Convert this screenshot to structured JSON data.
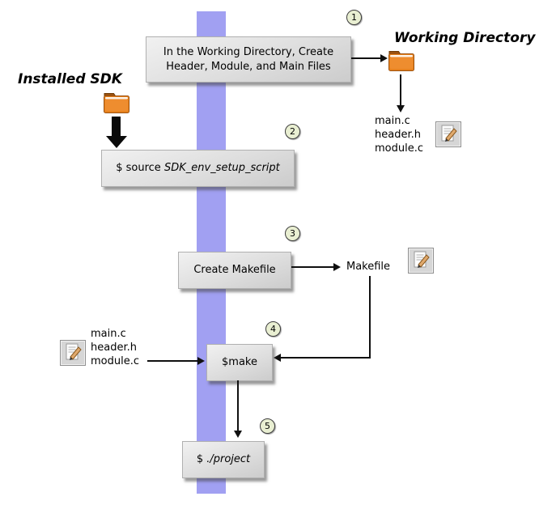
{
  "step1": {
    "num": "1",
    "line1": "In the Working Directory, Create",
    "line2": "Header, Module, and Main Files"
  },
  "step2": {
    "num": "2",
    "prefix": "$ source ",
    "script": "SDK_env_setup_script"
  },
  "step3": {
    "num": "3",
    "label": "Create Makefile"
  },
  "step4": {
    "num": "4",
    "label": "$make"
  },
  "step5": {
    "num": "5",
    "prefix": "$ ",
    "command": "./project"
  },
  "headings": {
    "working_directory": "Working Directory",
    "installed_sdk": "Installed SDK"
  },
  "makefile_label": "Makefile",
  "files_right": [
    "main.c",
    "header.h",
    "module.c"
  ],
  "files_left": [
    "main.c",
    "header.h",
    "module.c"
  ],
  "icons": {
    "working_directory_folder": "folder-icon",
    "installed_sdk_folder": "folder-icon",
    "source_files_right": "file-edit-icon",
    "makefile_file": "file-edit-icon",
    "source_files_left": "file-edit-icon"
  },
  "colors": {
    "band": "#a1a0f2",
    "box_fill": "#dedede",
    "step_circle_fill": "#e9efd2",
    "folder_orange": "#e8821e",
    "arrow": "#101010"
  }
}
